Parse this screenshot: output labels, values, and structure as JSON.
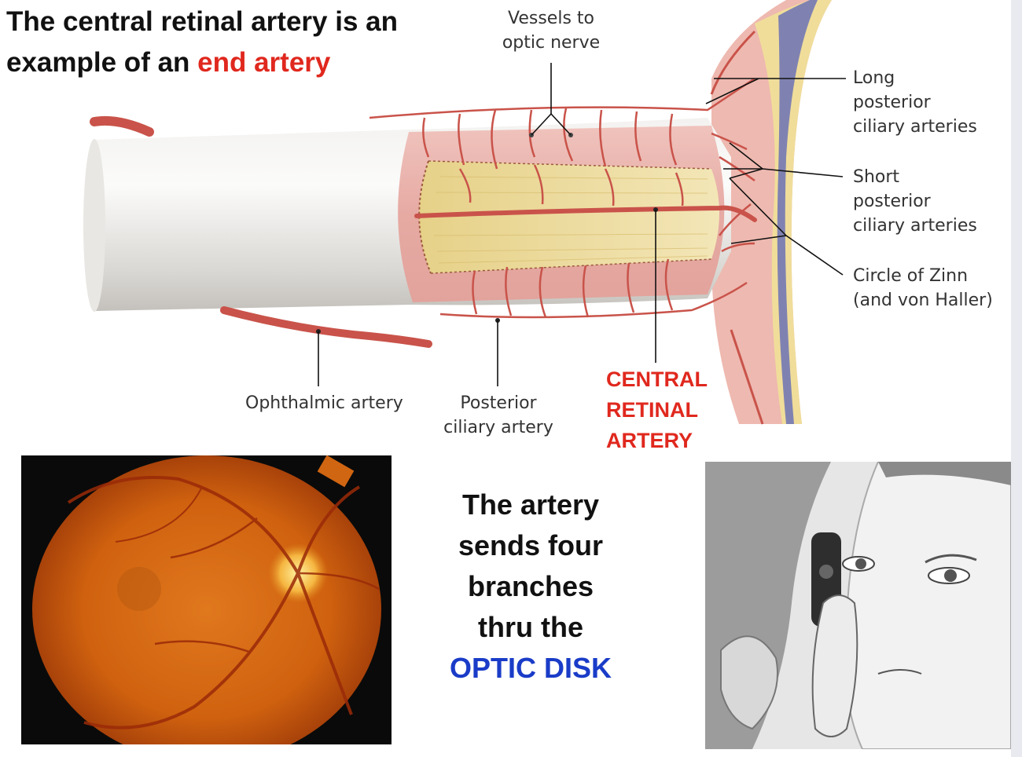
{
  "title": {
    "line1": "The central retinal artery is an",
    "line2_prefix": "example of an ",
    "line2_highlight": "end artery"
  },
  "labels": {
    "vessels_to_optic_nerve": [
      "Vessels to",
      "optic nerve"
    ],
    "long_posterior_ciliary": [
      "Long",
      "posterior",
      "ciliary arteries"
    ],
    "short_posterior_ciliary": [
      "Short",
      "posterior",
      "ciliary arteries"
    ],
    "circle_of_zinn": [
      "Circle of Zinn",
      "(and von Haller)"
    ],
    "ophthalmic_artery": "Ophthalmic artery",
    "posterior_ciliary_artery": [
      "Posterior",
      "ciliary artery"
    ],
    "central_retinal_artery": [
      "CENTRAL",
      "RETINAL",
      "ARTERY"
    ]
  },
  "caption": {
    "lines": [
      "The artery",
      "sends four",
      "branches",
      "thru the"
    ],
    "highlight": "OPTIC DISK"
  },
  "colors": {
    "accent_red": "#e0281e",
    "accent_blue": "#1a3cc8",
    "artery": "#c9534a",
    "nerve_core": "#ecdc9e",
    "sheath": "#e9b3ad"
  }
}
